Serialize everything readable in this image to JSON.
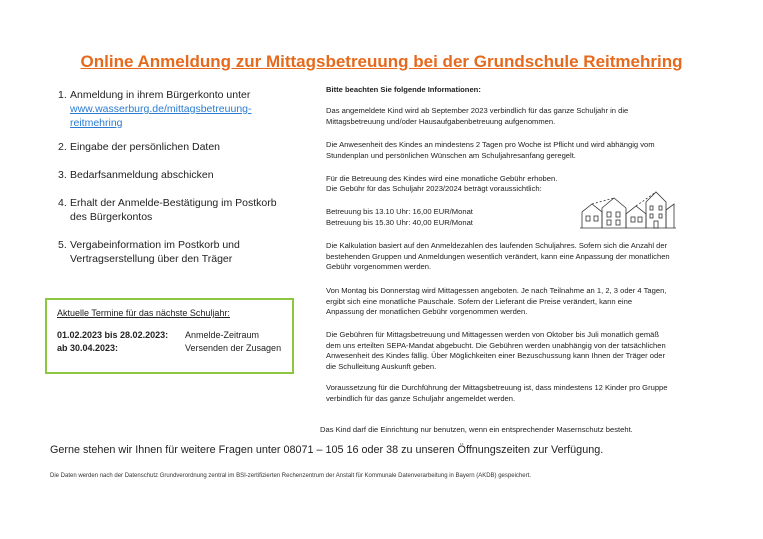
{
  "title": "Online Anmeldung zur Mittagsbetreuung bei der Grundschule Reitmehring",
  "steps": [
    {
      "num": "1.",
      "text": "Anmeldung in ihrem Bürgerkonto unter",
      "link": "www.wasserburg.de/mittagsbetreuung-reitmehring"
    },
    {
      "num": "2.",
      "text": "Eingabe der persönlichen Daten"
    },
    {
      "num": "3.",
      "text": "Bedarfsanmeldung abschicken"
    },
    {
      "num": "4.",
      "text": "Erhalt der Anmelde-Bestätigung im Postkorb des Bürgerkontos"
    },
    {
      "num": "5.",
      "text": "Vergabeinformation im Postkorb und Vertragserstellung über den Träger"
    }
  ],
  "termine": {
    "heading": "Aktuelle Termine für das nächste Schuljahr:",
    "rows": [
      {
        "date": "01.02.2023 bis 28.02.2023:",
        "label": "Anmelde-Zeitraum"
      },
      {
        "date": "ab 30.04.2023:",
        "label": "Versenden der Zusagen"
      }
    ]
  },
  "info": {
    "heading": "Bitte beachten Sie folgende Informationen:",
    "p1": "Das angemeldete Kind wird ab September 2023 verbindlich für das ganze Schuljahr in die Mittagsbetreuung und/oder Hausaufgabenbetreuung aufgenommen.",
    "p2": "Die Anwesenheit des Kindes an mindestens 2 Tagen pro Woche ist Pflicht und wird abhängig vom Stundenplan und persönlichen Wünschen am Schuljahresanfang geregelt.",
    "p3a": "Für die Betreuung des Kindes wird eine monatliche Gebühr erhoben.",
    "p3b": "Die Gebühr für das Schuljahr 2023/2024 beträgt voraussichtlich:",
    "fee1": "Betreuung bis 13.10 Uhr: 16,00 EUR/Monat",
    "fee2": "Betreuung bis 15.30 Uhr: 40,00 EUR/Monat",
    "p4": "Die Kalkulation basiert auf den Anmeldezahlen des laufenden Schuljahres. Sofern sich die Anzahl der bestehenden Gruppen und Anmeldungen wesentlich verändert, kann eine Anpassung der monatlichen Gebühr vorgenommen werden.",
    "p5": "Von Montag bis Donnerstag wird Mittagessen angeboten. Je nach Teilnahme an 1, 2, 3 oder 4 Tagen, ergibt sich eine monatliche Pauschale. Sofern der Lieferant die Preise verändert, kann eine Anpassung der monatlichen Gebühr vorgenommen werden.",
    "p6": "Die Gebühren für Mittagsbetreuung und Mittagessen werden von Oktober bis Juli monatlich gemäß dem uns erteilten SEPA-Mandat abgebucht. Die Gebühren werden unabhängig von der tatsächlichen Anwesenheit des Kindes fällig. Über Möglichkeiten einer Bezuschussung kann Ihnen der Träger oder die Schulleitung Auskunft geben.",
    "p7": "Voraussetzung für die Durchführung der Mittagsbetreuung ist, dass mindestens 12 Kinder pro Gruppe verbindlich für das ganze Schuljahr angemeldet werden."
  },
  "masern_note": "Das Kind darf die Einrichtung nur benutzen, wenn ein entsprechender Masernschutz besteht.",
  "contact": "Gerne stehen wir Ihnen für weitere Fragen unter 08071 – 105 16 oder 38 zu unseren Öffnungszeiten zur Verfügung.",
  "privacy": "Die Daten werden nach der Datenschutz Grundverordnung zentral im BSI-zertifizierten Rechenzentrum der Anstalt für Kommunale Datenverarbeitung in Bayern (AKDB) gespeichert.",
  "colors": {
    "title": "#e66a1d",
    "link": "#2a7bd1",
    "box_border": "#8dc63f"
  }
}
